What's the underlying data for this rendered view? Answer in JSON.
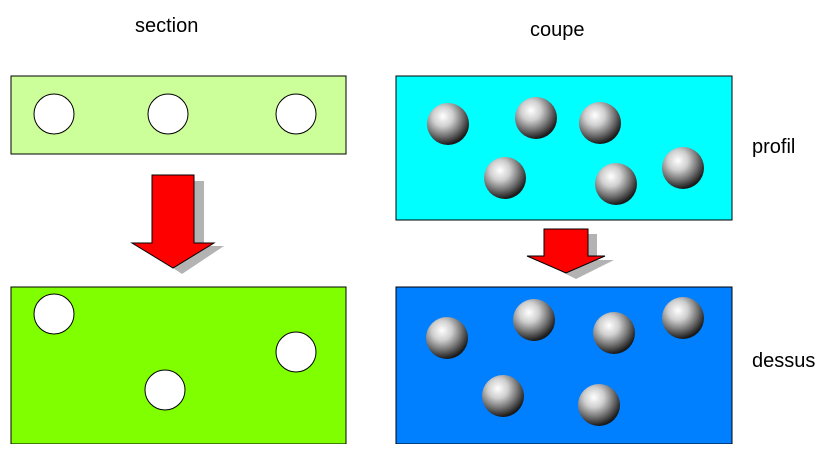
{
  "labels": {
    "left_title": "section",
    "right_title": "coupe",
    "row1": "profil",
    "row2": "dessus"
  },
  "colors": {
    "left_top_fill": "#ccff99",
    "left_bottom_fill": "#80ff00",
    "right_top_fill": "#00ffff",
    "right_bottom_fill": "#0080ff",
    "arrow_fill": "#ff0000",
    "arrow_shadow": "#b3b3b3",
    "outline": "#000000"
  }
}
